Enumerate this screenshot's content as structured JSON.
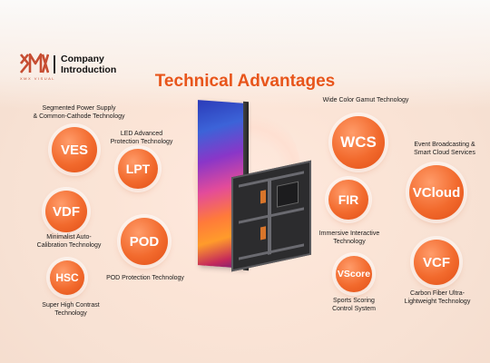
{
  "logo": {
    "line1": "Company",
    "line2": "Introduction",
    "subtitle": "XMX VISUAL"
  },
  "title": "Technical Advantages",
  "left": {
    "ves": {
      "badge": "VES",
      "label": [
        "Segmented Power Supply",
        "& Common-Cathode Technology"
      ]
    },
    "lpt": {
      "badge": "LPT",
      "label": [
        "LED Advanced",
        "Protection Technology"
      ]
    },
    "vdf": {
      "badge": "VDF",
      "label": [
        "Minimalist Auto-",
        "Calibration Technology"
      ]
    },
    "pod": {
      "badge": "POD",
      "label": [
        "POD Protection Technology"
      ]
    },
    "hsc": {
      "badge": "HSC",
      "label": [
        "Super High Contrast",
        "Technology"
      ]
    }
  },
  "right": {
    "wcs": {
      "badge": "WCS",
      "label": [
        "Wide Color Gamut Technology"
      ]
    },
    "fir": {
      "badge": "FIR",
      "label": [
        "Immersive Interactive",
        "Technology"
      ]
    },
    "vcloud": {
      "badge": "VCloud",
      "label": [
        "Event Broadcasting &",
        "Smart Cloud Services"
      ]
    },
    "vscore": {
      "badge": "VScore",
      "label": [
        "Sports Scoring",
        "Control System"
      ]
    },
    "vcf": {
      "badge": "VCF",
      "label": [
        "Carbon Fiber Ultra-",
        "Lightweight Technology"
      ]
    }
  },
  "colors": {
    "accent": "#e8551b",
    "bubble": "#f26a2d"
  }
}
